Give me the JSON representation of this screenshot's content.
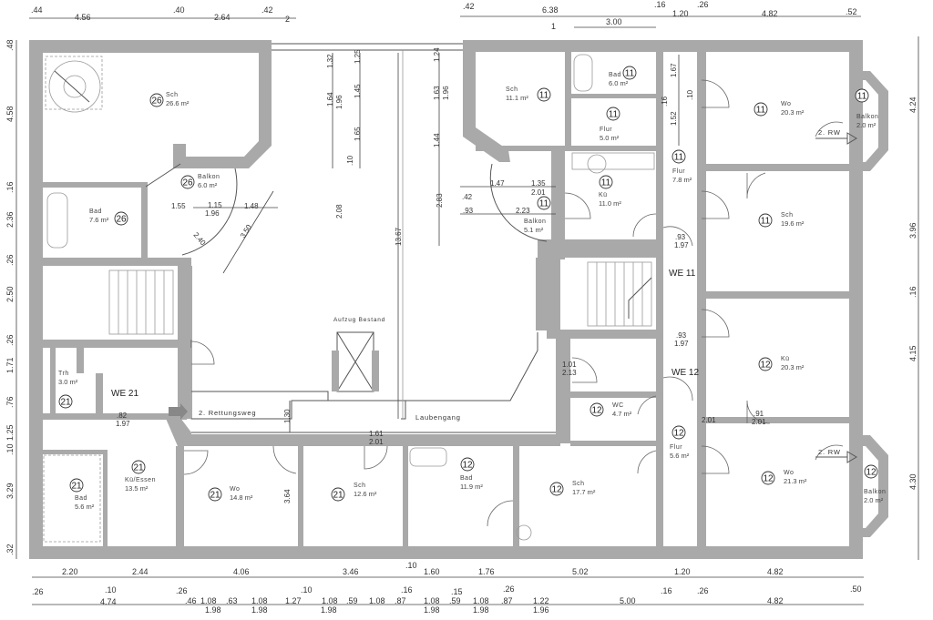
{
  "colors": {
    "wall": "#a9a9a9",
    "line": "#444444",
    "background": "#ffffff"
  },
  "apartments": {
    "we11": "WE 11",
    "we12": "WE 12",
    "we21": "WE 21"
  },
  "rooms": [
    {
      "unit": "26",
      "name": "Sch",
      "area": "26.6 m²"
    },
    {
      "unit": "26",
      "name": "Balkon",
      "area": "6.0 m²"
    },
    {
      "unit": "26",
      "name": "Bad",
      "area": "7.6 m²"
    },
    {
      "unit": "11",
      "name": "Sch",
      "area": "11.1 m²"
    },
    {
      "unit": "11",
      "name": "Bad",
      "area": "6.0 m²"
    },
    {
      "unit": "11",
      "name": "Flur",
      "area": "5.0 m²"
    },
    {
      "unit": "11",
      "name": "Kü",
      "area": "11.0 m²"
    },
    {
      "unit": "11",
      "name": "Flur",
      "area": "7.8 m²"
    },
    {
      "unit": "11",
      "name": "Balkon",
      "area": "5.1 m²"
    },
    {
      "unit": "11",
      "name": "Wo",
      "area": "20.3 m²"
    },
    {
      "unit": "11",
      "name": "Balkon",
      "area": "2.0 m²"
    },
    {
      "unit": "11",
      "name": "Sch",
      "area": "19.6 m²"
    },
    {
      "unit": "12",
      "name": "Kü",
      "area": "20.3 m²"
    },
    {
      "unit": "12",
      "name": "WC",
      "area": "4.7 m²"
    },
    {
      "unit": "12",
      "name": "Flur",
      "area": "5.6 m²"
    },
    {
      "unit": "12",
      "name": "Bad",
      "area": "11.9 m²"
    },
    {
      "unit": "12",
      "name": "Sch",
      "area": "17.7 m²"
    },
    {
      "unit": "12",
      "name": "Wo",
      "area": "21.3 m²"
    },
    {
      "unit": "12",
      "name": "Balkon",
      "area": "2.0 m²"
    },
    {
      "unit": "21",
      "name": "Trh",
      "area": "3.0 m²"
    },
    {
      "unit": "21",
      "name": "Kü/Essen",
      "area": "13.5 m²"
    },
    {
      "unit": "21",
      "name": "Bad",
      "area": "5.6 m²"
    },
    {
      "unit": "21",
      "name": "Wo",
      "area": "14.8 m²"
    },
    {
      "unit": "21",
      "name": "Sch",
      "area": "12.6 m²"
    }
  ],
  "notes": {
    "elevator": "Aufzug Bestand",
    "escape_route": "2. Rettungsweg",
    "gallery": "Laubengang",
    "rw1": "2. RW",
    "rw2": "2. RW"
  },
  "dimensions": {
    "top": [
      ".44",
      "4.56",
      ".40",
      "2.64",
      ".42",
      "2",
      ".42",
      "6.38",
      ".16",
      "1.20",
      ".26",
      "4.82",
      ".52",
      "3.00",
      "1"
    ],
    "left": [
      ".48",
      "4.58",
      ".16",
      "2.36",
      ".26",
      "2.50",
      ".26",
      "1.71",
      ".76",
      "1.25",
      ".10",
      "3.29",
      ".32"
    ],
    "right": [
      "4.24",
      "3.96",
      ".16",
      "4.15",
      "4.30"
    ],
    "bottom1": [
      "2.20",
      "2.44",
      "4.06",
      "3.46",
      ".10",
      "1.60",
      "1.76",
      "5.02",
      "1.20",
      "4.82"
    ],
    "bottom2_top": [
      ".26",
      ".10",
      ".26",
      ".10",
      ".16",
      ".15",
      ".26",
      ".16",
      ".26",
      ".50"
    ],
    "bottom2": [
      "4.74",
      ".46",
      "1.08",
      ".63",
      "1.08",
      "1.27",
      "1.08",
      ".59",
      "1.08",
      ".87",
      "1.08",
      ".59",
      "1.08",
      ".87",
      "1.22",
      "5.00",
      "4.82"
    ],
    "bottom3": [
      "1.98",
      "1.98",
      "1.98",
      "1.98",
      "1.98",
      "1.96"
    ],
    "interior": [
      "1.32",
      "1.64",
      "1.96",
      "1.25",
      "1.45",
      "1.65",
      ".10",
      "2.08",
      "13.67",
      "1.24",
      "1.63",
      "1.96",
      "1.44",
      "2.83",
      "3.50",
      "2.40",
      "1.55",
      "1.15",
      "1.96",
      "1.48",
      "1.47",
      "1.35",
      "2.01",
      ".42",
      ".93",
      "2.23",
      "1.67",
      ".16",
      ".10",
      "1.52",
      ".93",
      "1.97",
      ".93",
      "1.97",
      "1.30",
      "1.61",
      "2.01",
      "3.64",
      ".82",
      "1.97",
      "1.01",
      "2.13",
      ".91",
      "2.01",
      "2.01"
    ]
  }
}
